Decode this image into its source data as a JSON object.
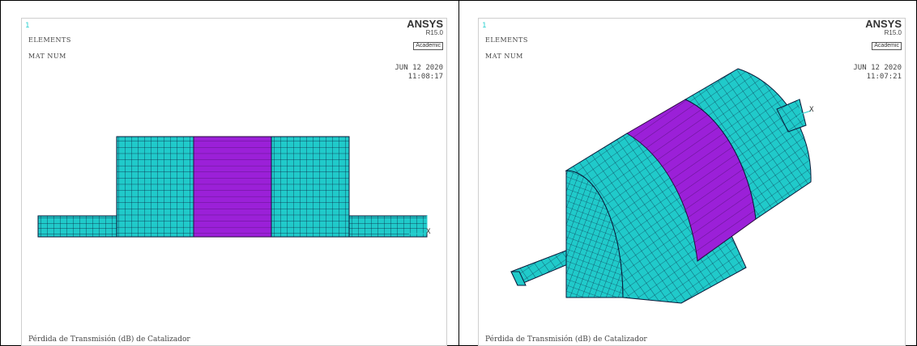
{
  "colors": {
    "cyan": "#20CACA",
    "purple": "#9B20D8",
    "mesh": "#0a1a3a",
    "triad": "#2ad0d0"
  },
  "left": {
    "index": "1",
    "label1": "ELEMENTS",
    "label2": "MAT  NUM",
    "brand": "ANSYS",
    "version": "R15.0",
    "edition": "Academic",
    "date": "JUN 12 2020",
    "time": "11:08:17",
    "footer": "Pérdida de Transmisión (dB) de Catalizador",
    "axis": "X"
  },
  "right": {
    "index": "1",
    "label1": "ELEMENTS",
    "label2": "MAT  NUM",
    "brand": "ANSYS",
    "version": "R15.0",
    "edition": "Academic",
    "date": "JUN 12 2020",
    "time": "11:07:21",
    "footer": "Pérdida de Transmisión (dB) de Catalizador",
    "axis": "X"
  }
}
